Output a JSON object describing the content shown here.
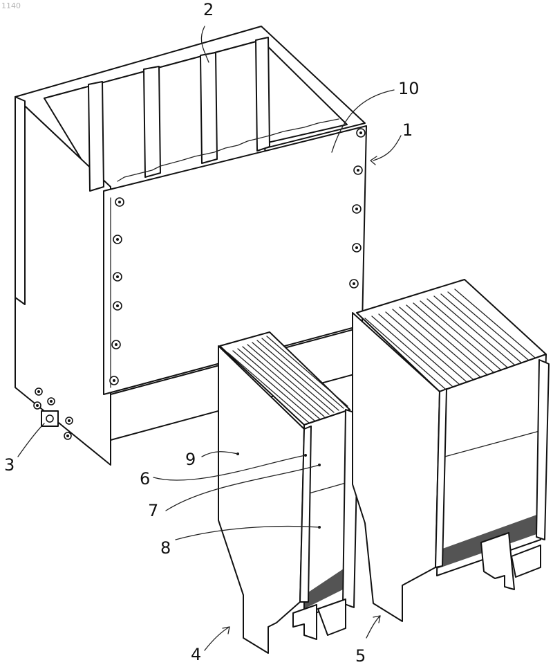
{
  "sheet_number": "1140",
  "reference_numerals": {
    "r1": "1",
    "r2": "2",
    "r3": "3",
    "r4": "4",
    "r5": "5",
    "r6": "6",
    "r7": "7",
    "r8": "8",
    "r9": "9",
    "r10": "10"
  }
}
